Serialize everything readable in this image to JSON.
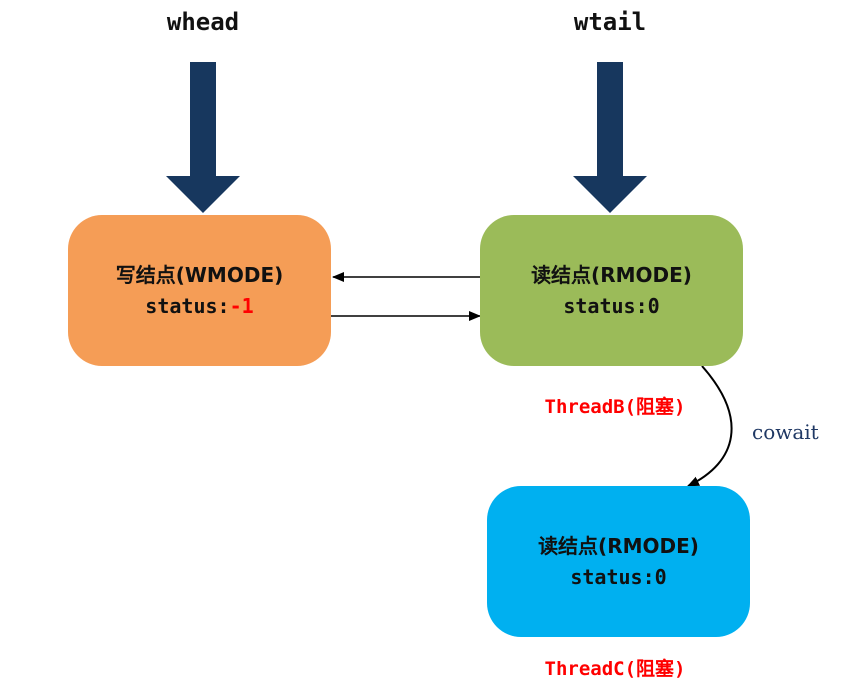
{
  "pointers": {
    "whead": "whead",
    "wtail": "wtail"
  },
  "nodes": {
    "write": {
      "title": "写结点(WMODE)",
      "status_prefix": "status:",
      "status_value": "-1"
    },
    "read_b": {
      "title": "读结点(RMODE)",
      "status_prefix": "status:",
      "status_value": "0"
    },
    "read_c": {
      "title": "读结点(RMODE)",
      "status_prefix": "status:",
      "status_value": "0"
    }
  },
  "threads": {
    "b": "ThreadB(阻塞)",
    "c": "ThreadC(阻塞)"
  },
  "edge_labels": {
    "cowait": "cowait"
  },
  "colors": {
    "write_fill": "#F59D56",
    "read_b_fill": "#9BBB59",
    "read_c_fill": "#00B0F0",
    "pointer_arrow": "#17375E",
    "thread_text": "#FF0000",
    "status_negative": "#FF0000",
    "cowait_text": "#1F3864"
  }
}
